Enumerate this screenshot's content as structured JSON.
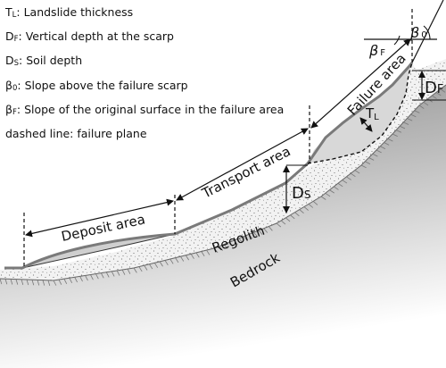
{
  "legend": [
    {
      "symbol": "T",
      "sub": "L",
      "separator": ":  ",
      "text": "Landslide thickness"
    },
    {
      "symbol": "D",
      "sub": "F",
      "separator": ": ",
      "text": "Vertical depth at the scarp"
    },
    {
      "symbol": "D",
      "sub": "S",
      "separator": ":  ",
      "text": "Soil depth"
    },
    {
      "symbol": "β",
      "sub": "0",
      "separator": ": ",
      "text": "Slope above the failure scarp"
    },
    {
      "symbol": "β",
      "sub": "F",
      "separator": ": ",
      "text": "Slope of the original surface in the failure area"
    },
    {
      "symbol": "",
      "sub": "",
      "separator": "",
      "text": "dashed line: failure plane"
    }
  ],
  "labels": {
    "deposit_area": "Deposit area",
    "transport_area": "Transport area",
    "failure_area": "Failure area",
    "regolith": "Regolith",
    "bedrock": "Bedrock",
    "ds": {
      "main": "D",
      "sub": "S"
    },
    "df": {
      "main": "D",
      "sub": "F"
    },
    "tl": {
      "main": "T",
      "sub": "L"
    },
    "beta0": {
      "main": "β",
      "sub": "0"
    },
    "betaf": {
      "main": "β",
      "sub": "F"
    }
  }
}
